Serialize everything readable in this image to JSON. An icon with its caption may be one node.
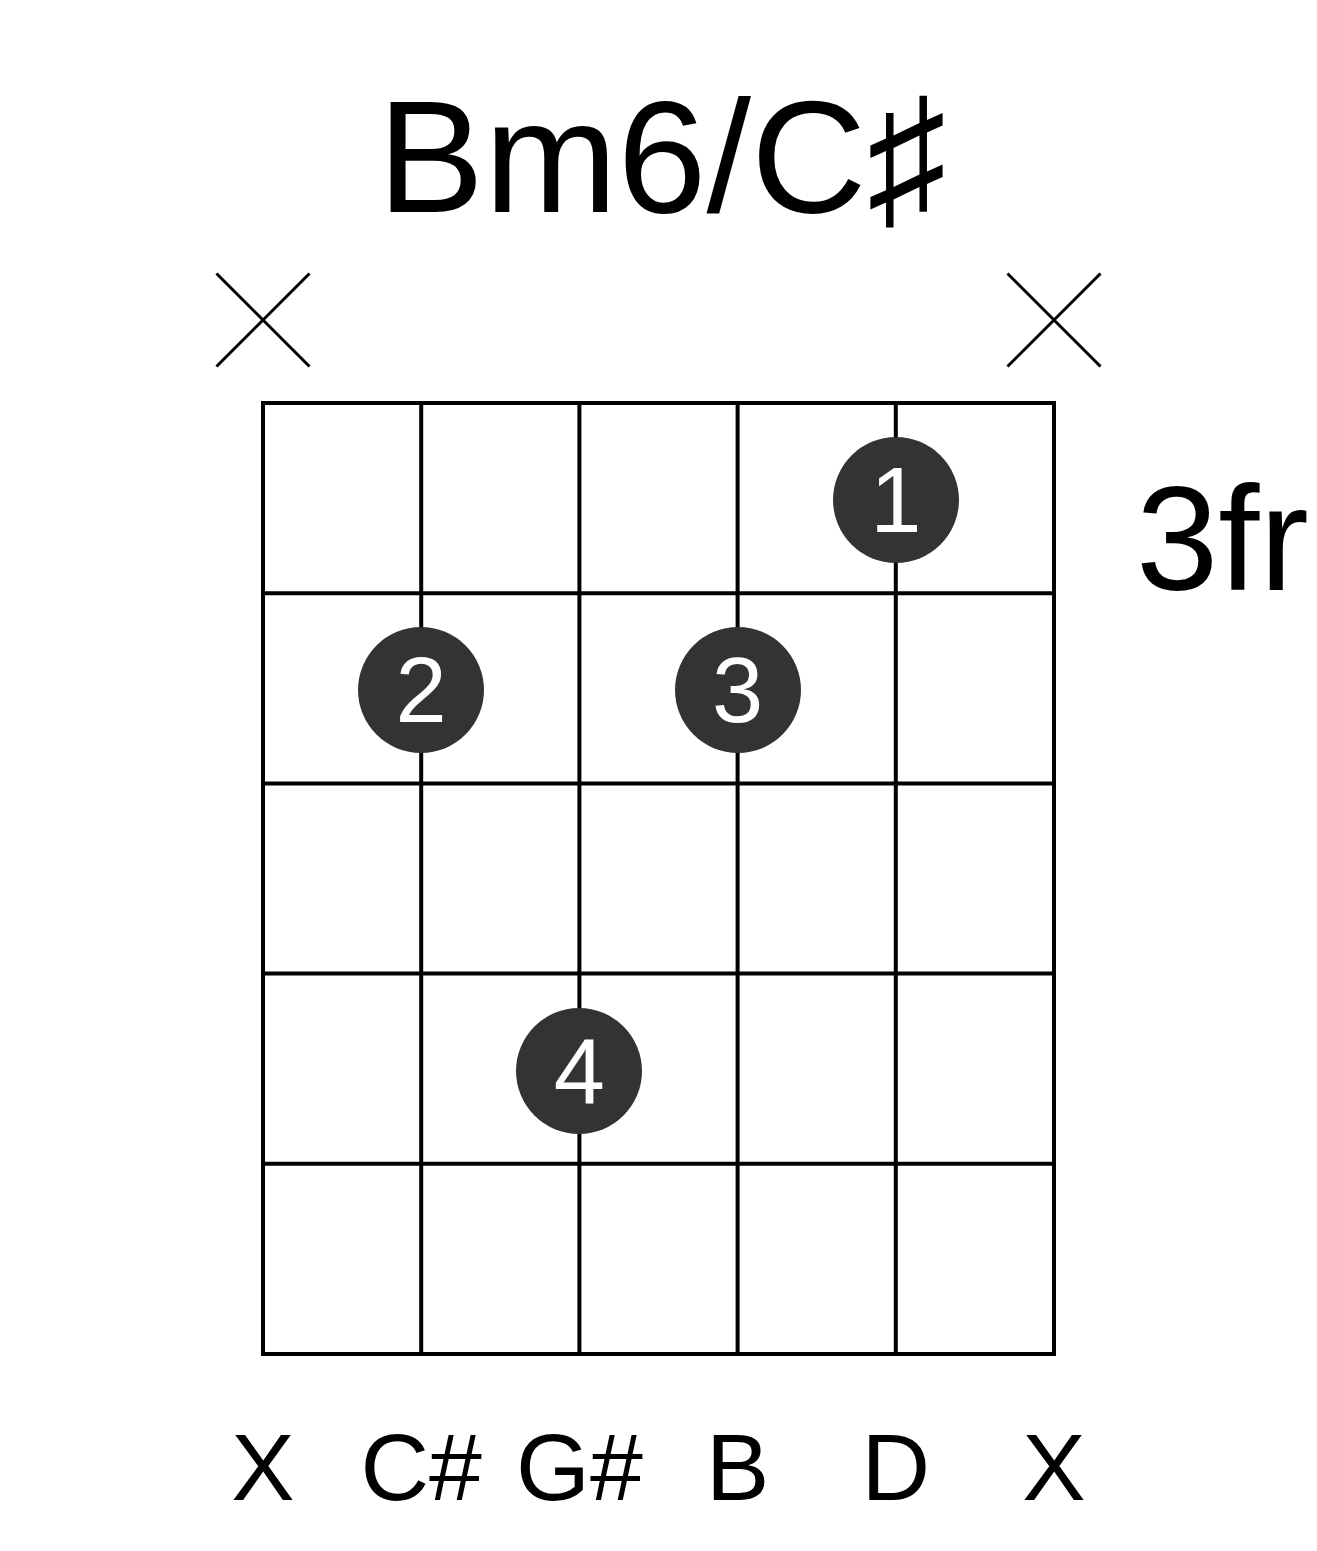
{
  "diagram": {
    "title": "Bm6/C♯",
    "nodes": [
      {
        "text": [
          "1"
        ]
      },
      {
        "text": [
          "2"
        ]
      },
      {
        "text": [
          "3"
        ]
      },
      {
        "text": [
          "4"
        ]
      }
    ],
    "labels": [
      "3fr",
      "X",
      "C#",
      "G#",
      "B",
      "D",
      "X"
    ]
  }
}
